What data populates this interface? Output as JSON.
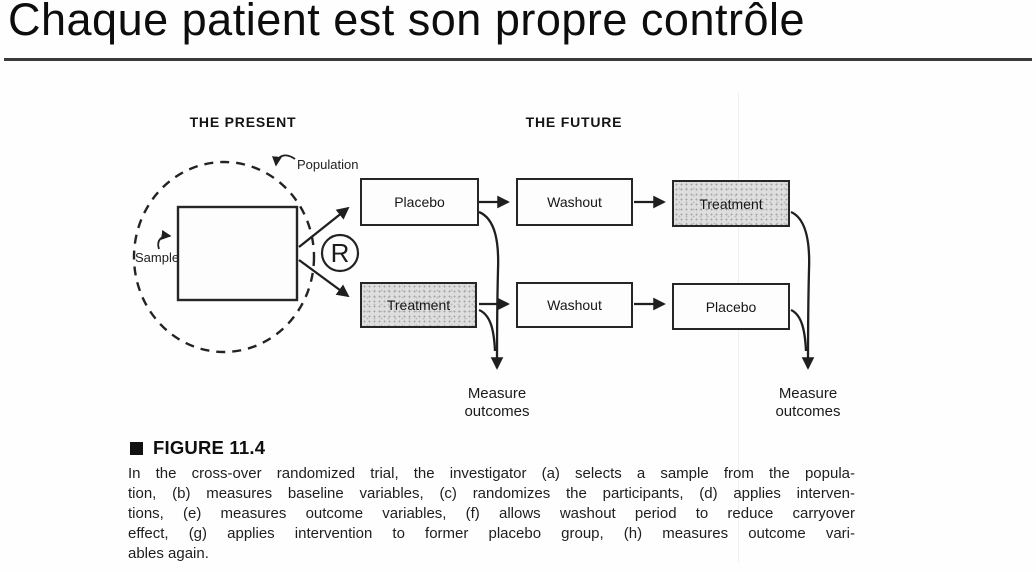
{
  "page": {
    "title": "Chaque patient est son propre contrôle"
  },
  "diagram": {
    "present_header": "THE PRESENT",
    "future_header": "THE FUTURE",
    "population_label": "Population",
    "sample_label": "Sample",
    "randomization_symbol": "R",
    "boxes": [
      {
        "label": "Placebo",
        "shaded": false,
        "row": 1,
        "col": 1
      },
      {
        "label": "Washout",
        "shaded": false,
        "row": 1,
        "col": 2
      },
      {
        "label": "Treatment",
        "shaded": true,
        "row": 1,
        "col": 3
      },
      {
        "label": "Treatment",
        "shaded": true,
        "row": 2,
        "col": 1
      },
      {
        "label": "Washout",
        "shaded": false,
        "row": 2,
        "col": 2
      },
      {
        "label": "Placebo",
        "shaded": false,
        "row": 2,
        "col": 3
      }
    ],
    "measure_outcomes": {
      "line1": "Measure",
      "line2": "outcomes"
    }
  },
  "caption": {
    "heading": "FIGURE 11.4",
    "lines": [
      "In the cross-over randomized trial, the investigator (a) selects a sample from the popula-",
      "tion, (b) measures baseline variables, (c) randomizes the participants, (d) applies interven-",
      "tions, (e) measures outcome variables, (f) allows washout period to reduce carryover",
      "effect, (g) applies intervention to former placebo group, (h) measures outcome vari-",
      "ables again."
    ]
  },
  "colors": {
    "ink": "#1f1f1f",
    "box_border": "#262626",
    "shaded_fill": "#dedede",
    "title_rule": "#3b3b3b"
  }
}
